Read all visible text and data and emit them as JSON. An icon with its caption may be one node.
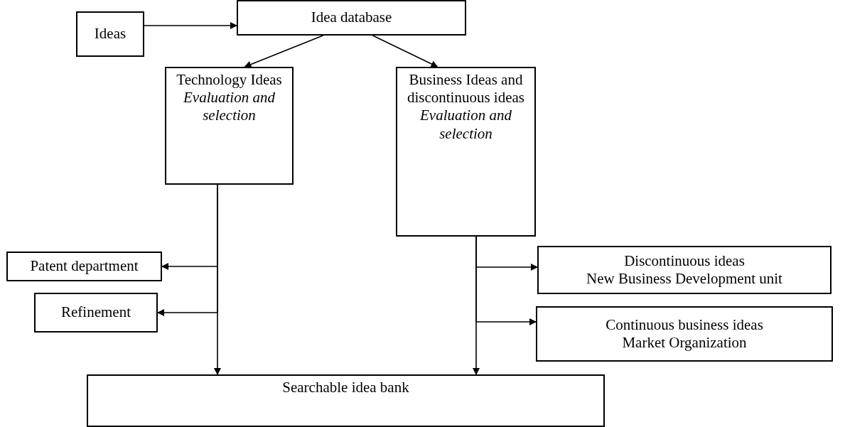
{
  "diagram": {
    "nodes": [
      {
        "text": [
          "Ideas"
        ]
      },
      {
        "text": [
          "Idea database"
        ]
      },
      {
        "text": [
          "Technology Ideas",
          "Evaluation and selection"
        ]
      },
      {
        "text": [
          "Business Ideas and discontinuous ideas",
          "Evaluation and selection"
        ]
      },
      {
        "text": [
          "Patent department"
        ]
      },
      {
        "text": [
          "Refinement"
        ]
      },
      {
        "text": [
          "Discontinuous ideas",
          "New Business Development unit"
        ]
      },
      {
        "text": [
          "Continuous business ideas",
          "Market Organization"
        ]
      },
      {
        "text": [
          "Searchable idea bank"
        ]
      }
    ],
    "edges": [
      {
        "from": 0,
        "to": 1,
        "arrow": "to"
      },
      {
        "from": 1,
        "to": 2,
        "arrow": "to"
      },
      {
        "from": 1,
        "to": 3,
        "arrow": "to"
      },
      {
        "from": 2,
        "to": 4,
        "arrow": "to"
      },
      {
        "from": 2,
        "to": 5,
        "arrow": "to"
      },
      {
        "from": 2,
        "to": 8,
        "arrow": "to"
      },
      {
        "from": 3,
        "to": 6,
        "arrow": "to"
      },
      {
        "from": 3,
        "to": 7,
        "arrow": "to"
      },
      {
        "from": 3,
        "to": 8,
        "arrow": "to"
      }
    ]
  }
}
